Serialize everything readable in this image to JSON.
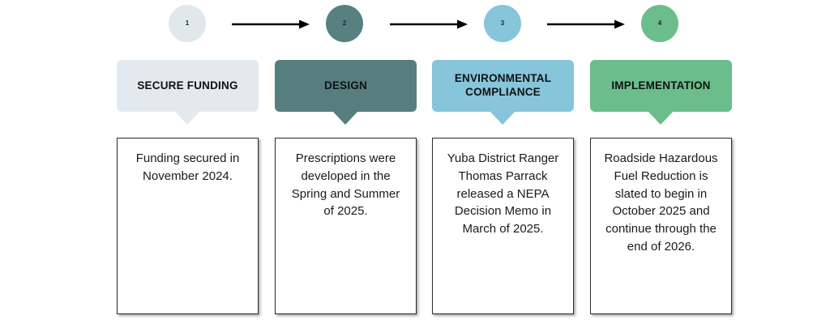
{
  "diagram": {
    "type": "process-timeline",
    "background_color": "#ffffff",
    "steps": [
      {
        "number": "1",
        "circle_color": "#e1e8ec",
        "banner_label": "SECURE FUNDING",
        "banner_color": "#e3eaef",
        "banner_text_color": "#111111",
        "description": "Funding secured in November 2024."
      },
      {
        "number": "2",
        "circle_color": "#57807f",
        "banner_label": "DESIGN",
        "banner_color": "#577e7e",
        "banner_text_color": "#111111",
        "description": "Prescriptions were developed in the Spring and Summer of 2025."
      },
      {
        "number": "3",
        "circle_color": "#86c5da",
        "banner_label": "ENVIRONMENTAL COMPLIANCE",
        "banner_color": "#86c5da",
        "banner_text_color": "#111111",
        "description": "Yuba District Ranger Thomas Parrack released a NEPA Decision Memo in March of 2025."
      },
      {
        "number": "4",
        "circle_color": "#6bbd8b",
        "banner_label": "IMPLEMENTATION",
        "banner_color": "#6bbd8b",
        "banner_text_color": "#111111",
        "description": "Roadside Hazardous Fuel Reduction is slated to begin in October 2025 and continue through the end of 2026."
      }
    ],
    "connectors": [
      {
        "name": "arrow-1-to-2",
        "color": "#000000"
      },
      {
        "name": "arrow-2-to-3",
        "color": "#000000"
      },
      {
        "name": "arrow-3-to-4",
        "color": "#000000"
      }
    ]
  }
}
